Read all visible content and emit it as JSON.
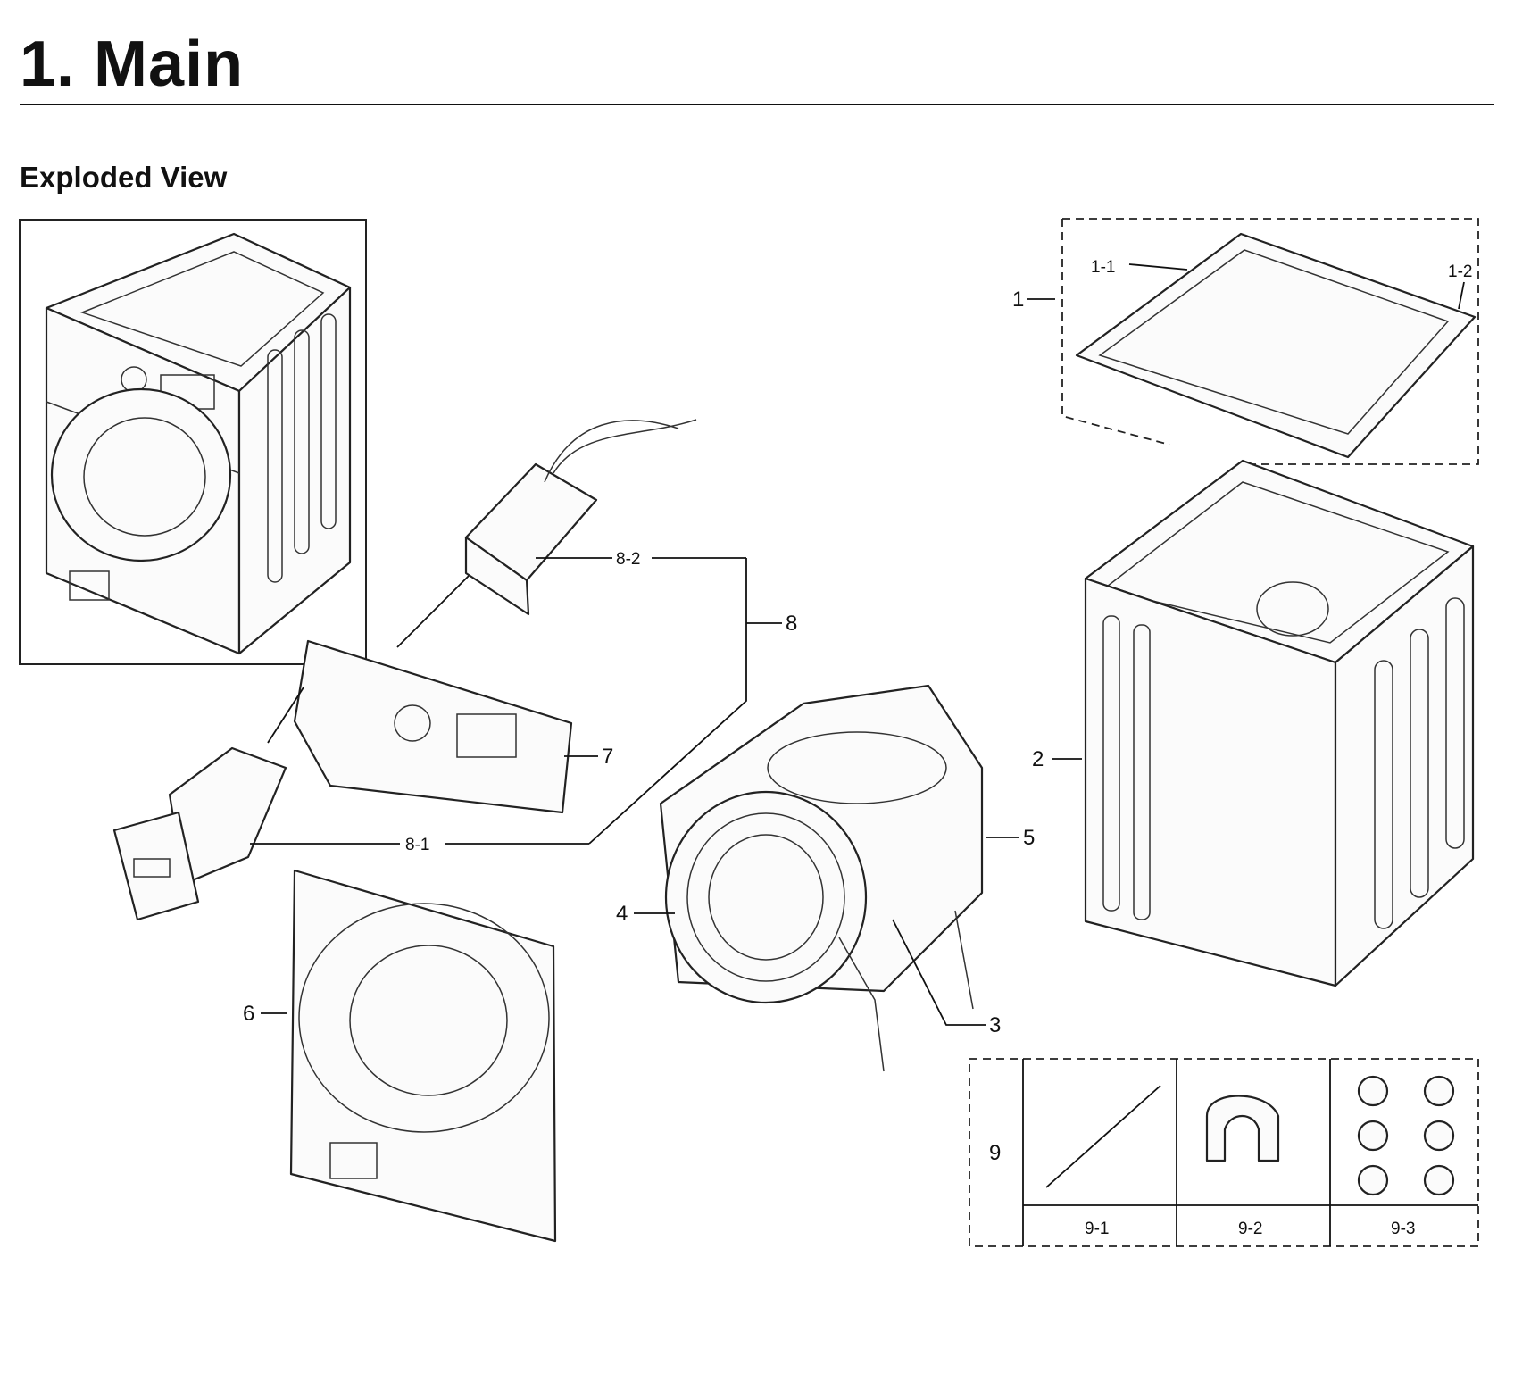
{
  "header": {
    "title": "1.  Main",
    "subtitle": "Exploded View"
  },
  "callouts": {
    "c1": "1",
    "c1_1": "1-1",
    "c1_2": "1-2",
    "c2": "2",
    "c3": "3",
    "c4": "4",
    "c5": "5",
    "c6": "6",
    "c7": "7",
    "c8": "8",
    "c8_1": "8-1",
    "c8_2": "8-2",
    "c9": "9",
    "c9_1": "9-1",
    "c9_2": "9-2",
    "c9_3": "9-3"
  }
}
